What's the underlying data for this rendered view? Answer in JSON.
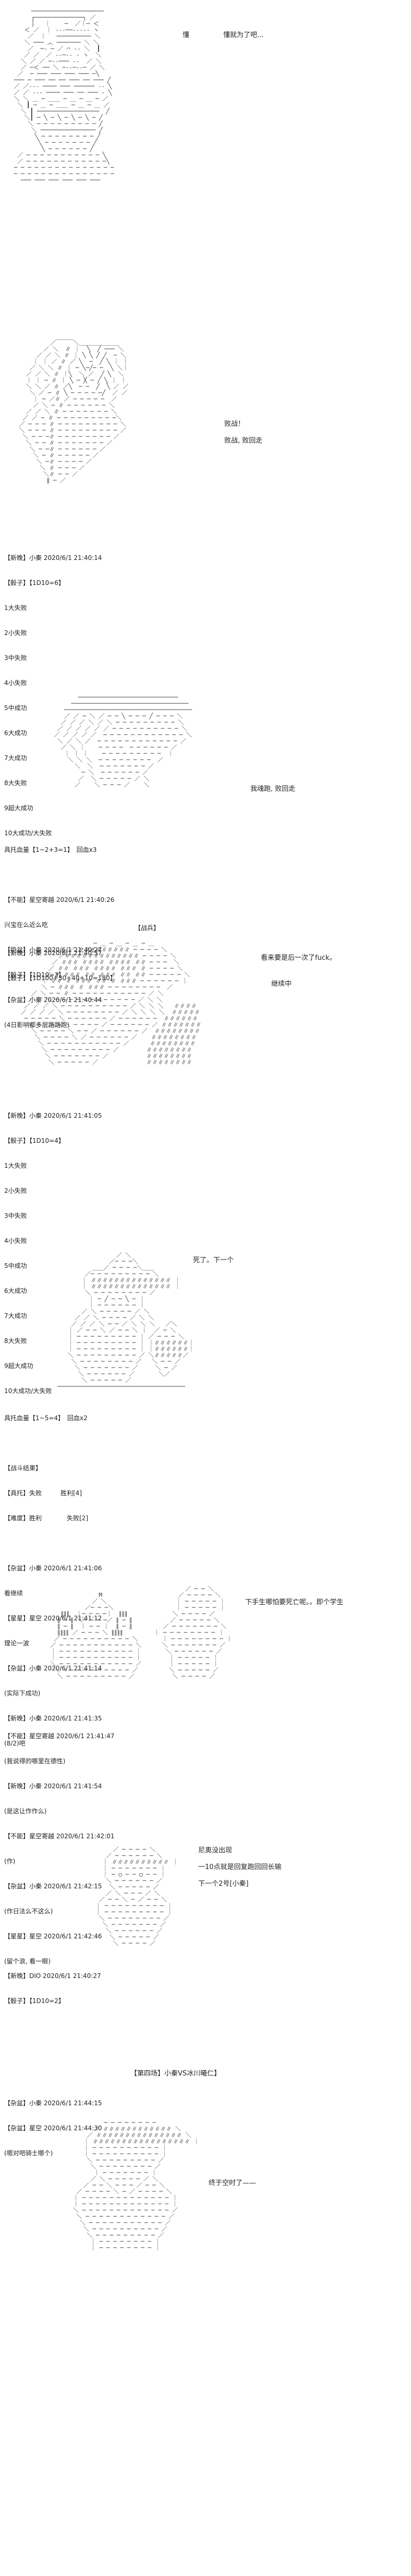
{
  "panels": [
    {
      "id": "p1",
      "speech": [
        "懂　　　　　懂就为了吧...",
        ""
      ],
      "log": []
    },
    {
      "id": "p2",
      "speech": [
        "败战！",
        "",
        "败战, 败回走"
      ],
      "log": [
        "【新晚】小秦 2020/6/1 21:40:14",
        "【骰子】【1D10=6】",
        "1大失败",
        "2小失败",
        "3中失败",
        "4小失败",
        "5中成功",
        "6大成功",
        "7大成功",
        "8大失败",
        "9超大成功",
        "10大成功/大失败"
      ]
    },
    {
      "id": "p3",
      "speech": [
        "我魂跑, 败回走"
      ],
      "log": [
        "具托血量【1~2+3=1】　回血x3",
        "",
        "【不能】星空寄越 2020/6/1 21:40:26",
        "兴宝在么近么吃",
        "【奶盆】小秦 2020/6/1 21:40:27",
        "【骰子】【1D10=3】",
        "【杂盆】小秦 2020/6/1 21:40:44",
        "(4日影响都多层路路跑)"
      ]
    },
    {
      "id": "p4",
      "speech": [
        "看来要是后一次了fuck。",
        "",
        "继续中"
      ],
      "log": [
        "【战兵】",
        "【新晚】小秦 2020/6/1 21:40:57",
        "【骰子】【1D100+30+40+10=180】"
      ]
    },
    {
      "id": "p5",
      "speech": [],
      "log": [
        "【新晚】小秦 2020/6/1 21:41:05",
        "【骰子】【1D10=4】",
        "1大失败",
        "2小失败",
        "3中失败",
        "4小失败",
        "5中成功",
        "6大成功",
        "7大成功",
        "8大失败",
        "9超大成功",
        "10大成功/大失败"
      ]
    },
    {
      "id": "p6",
      "speech": [
        "死了。下一个"
      ],
      "log": [
        "具托血量【1~5=4】　回血x2",
        "",
        "【战斗结果】",
        "【具托】失败　　　胜利[4]",
        "【难度】胜利　　　　失败[2]",
        "",
        "【杂盆】小秦 2020/6/1 21:41:06",
        "看继续",
        "【星星】星空 2020/6/1 21:41:12",
        "理论一波",
        "【杂盆】小秦 2020/6/1 21:41:14",
        "(实际下成功)",
        "【新晚】小秦 2020/6/1 21:41:35",
        "(8/2)吧"
      ]
    },
    {
      "id": "p7",
      "speech": [
        "下手生哪怕要死亡呢。。即个学生"
      ],
      "log": [
        "【不能】星空寄越 2020/6/1 21:41:47",
        "(我说得的哪里在德性)",
        "【新晚】小秦 2020/6/1 21:41:54",
        "(是这让作作么)",
        "【不能】星空寄越 2020/6/1 21:42:01",
        "(作)",
        "【杂盆】小秦 2020/6/1 21:42:15",
        "(作日法么不这么)",
        "【星星】星空 2020/6/1 21:42:46",
        "(留个浪, 看一眼)"
      ]
    },
    {
      "id": "p8",
      "speech": [
        "尼奥没出现",
        "",
        "一10点就是回复跑回回长输",
        "",
        "下一个2号[小秦]"
      ],
      "log": [
        "【新晚】DIO 2020/6/1 21:40:27",
        "【骰子】【1D10=2】"
      ]
    },
    {
      "id": "p9",
      "speech": [
        "【第四场】小秦VS冰川曦仁】",
        "",
        "终于空时了——"
      ],
      "log": [
        "【杂盆】小秦 2020/6/1 21:44:15",
        "【杂盆】星空 2020/6/1 21:44:30",
        "(嗯对吧骑士哪个)"
      ]
    }
  ]
}
